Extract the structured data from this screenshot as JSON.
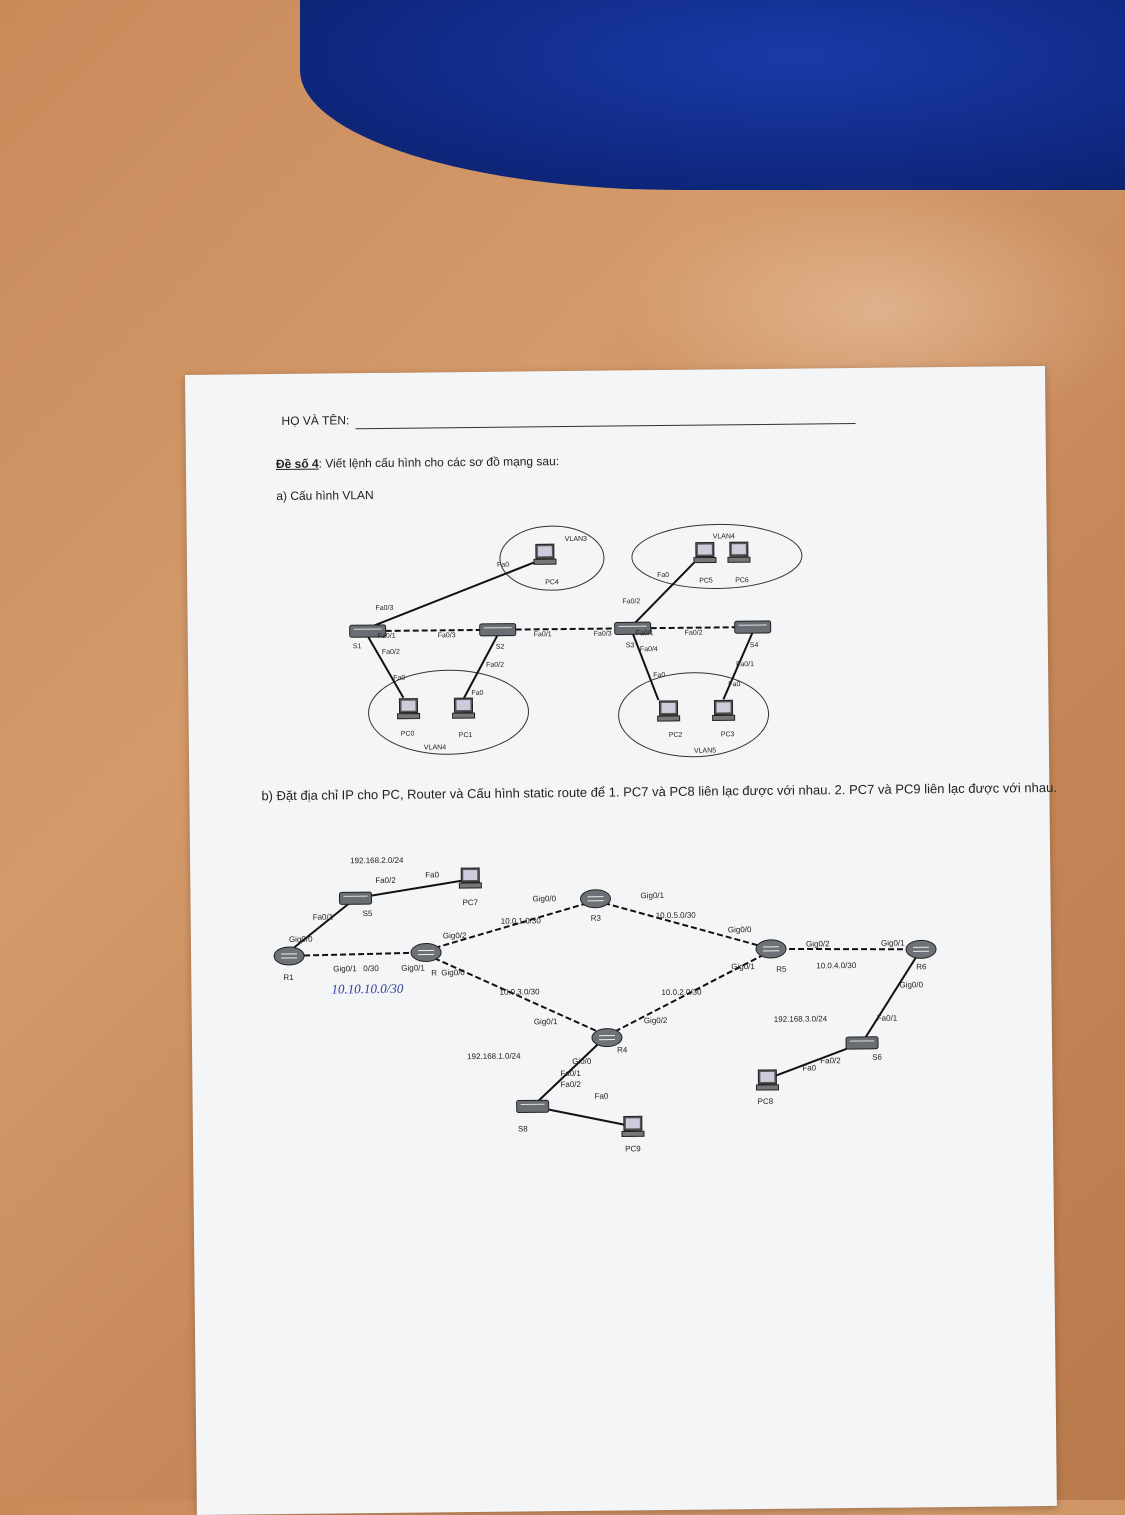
{
  "header": {
    "name_label": "HỌ VÀ TÊN:",
    "exam_title_bold": "Đề số 4",
    "exam_title_rest": ": Viết lệnh cấu hình cho các sơ đồ mạng sau:",
    "part_a": "a) Cấu hình VLAN",
    "part_b": "b) Đặt địa chỉ IP cho PC, Router và Cấu hình static route để 1. PC7 và PC8 liên lạc được với nhau. 2. PC7 và PC9 liên lạc được với nhau."
  },
  "vlan_diagram": {
    "groups": {
      "vlan3": "VLAN3",
      "vlan4_top": "VLAN4",
      "vlan4_bottom": "VLAN4",
      "vlan5": "VLAN5"
    },
    "devices": {
      "pc4": "PC4",
      "pc5": "PC5",
      "pc6": "PC6",
      "pc0": "PC0",
      "pc1": "PC1",
      "pc2": "PC2",
      "pc3": "PC3",
      "s1": "S1",
      "s2": "S2",
      "s3": "S3",
      "s4": "S4"
    },
    "ports": {
      "pc4_fa0": "Fa0",
      "s1_fa03_top": "Fa0/3",
      "s1_fa01": "Fa0/1",
      "s1_fa02": "Fa0/2",
      "s2_fa03": "Fa0/3",
      "s2_fa01": "Fa0/1",
      "s2_fa02": "Fa0/2",
      "s3_fa03": "Fa0/3",
      "s3_fa01": "Fa0/1",
      "s3_fa04": "Fa0/4",
      "s3_fa02_top": "Fa0/2",
      "s4_fa02": "Fa0/2",
      "s4_fa01": "Fa0/1",
      "pc5_fa0": "Fa0",
      "pc0_fa0": "Fa0",
      "pc1_fa0": "Fa0",
      "pc2_fa0": "Fa0",
      "pc3_fa0": "Fa0"
    }
  },
  "route_diagram": {
    "devices": {
      "r1": "R1",
      "r2": "R",
      "r3": "R3",
      "r4": "R4",
      "r5": "R5",
      "r6": "R6",
      "s5": "S5",
      "s6": "S6",
      "s8": "S8",
      "pc7": "PC7",
      "pc8": "PC8",
      "pc9": "PC9"
    },
    "networks": {
      "n_pc7": "192.168.2.0/24",
      "n_r1r2": "0/30",
      "n_r2r3": "10.0.1.0/30",
      "n_r3r5": "10.0.5.0/30",
      "n_r2r4": "10.0.3.0/30",
      "n_r4r5": "10.0.2.0/30",
      "n_r5r6": "10.0.4.0/30",
      "n_pc8": "192.168.3.0/24",
      "n_pc9": "192.168.1.0/24"
    },
    "ports": {
      "s5_fa02": "Fa0/2",
      "pc7_fa0": "Fa0",
      "s5_fa01": "Fa0/1",
      "r1_gig00": "Gig0/0",
      "r1_gig01": "Gig0/1",
      "r2_gig01": "Gig0/1",
      "r2_gig02": "Gig0/2",
      "r2_gig00": "Gig0/0",
      "r3_gig00": "Gig0/0",
      "r3_gig01": "Gig0/1",
      "r5_gig00": "Gig0/0",
      "r5_gig02": "Gig0/2",
      "r5_gig01": "Gig0/1",
      "r6_gig01": "Gig0/1",
      "r6_gig00": "Gig0/0",
      "r6_fa01": "Fa0/1",
      "s6_fa02": "Fa0/2",
      "pc8_fa0": "Fa0",
      "r4_gig01": "Gig0/1",
      "r4_gig02": "Gig0/2",
      "r4_gig00": "Gi0/0",
      "s8_fa01": "Fa0/1",
      "s8_fa02": "Fa0/2",
      "pc9_fa0": "Fa0"
    },
    "handwritten": "10.10.10.0/30"
  }
}
